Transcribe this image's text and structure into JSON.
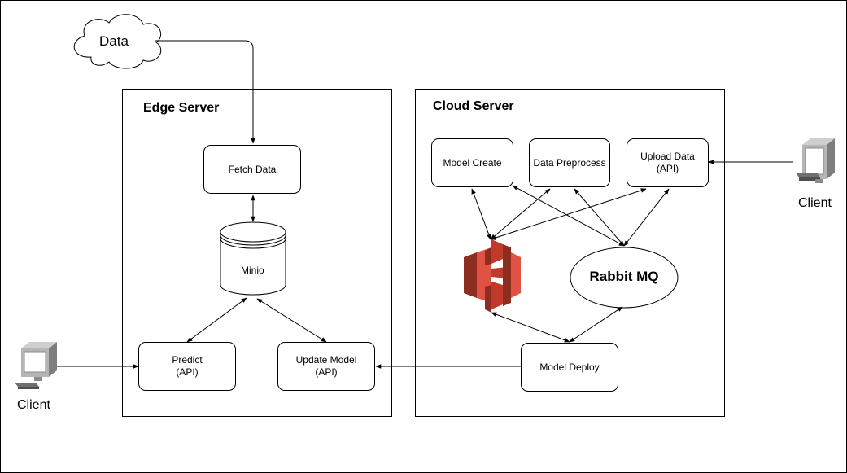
{
  "edge_server": {
    "title": "Edge Server"
  },
  "cloud_server": {
    "title": "Cloud Server"
  },
  "data_source": {
    "label": "Data"
  },
  "edge_nodes": {
    "fetch_data": "Fetch Data",
    "minio": "Minio",
    "predict": "Predict\n(API)",
    "update_model": "Update Model\n(API)"
  },
  "cloud_nodes": {
    "model_create": "Model Create",
    "data_preprocess": "Data Preprocess",
    "upload_data": "Upload Data\n(API)",
    "rabbit_mq": "Rabbit MQ",
    "model_deploy": "Model Deploy"
  },
  "clients": {
    "left": "Client",
    "right": "Client"
  },
  "icons": {
    "storage": "aws-s3-bucket-icon",
    "client": "desktop-computer-icon"
  },
  "colors": {
    "s3_dark": "#8c2d1f",
    "s3_mid": "#e05243",
    "s3_light": "#c0392b",
    "monitor": "#9e9e9e"
  }
}
